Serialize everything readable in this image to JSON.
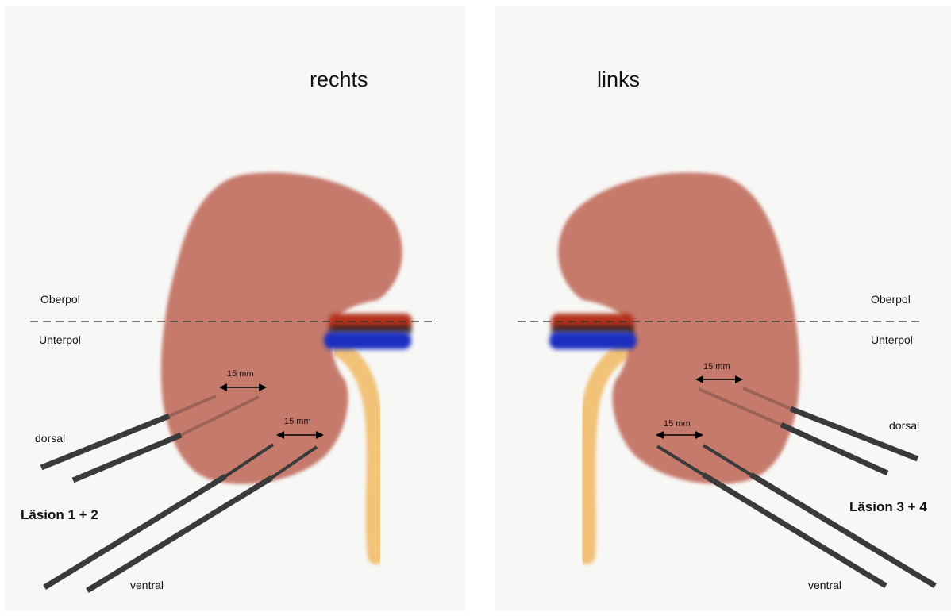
{
  "panels": {
    "left": {
      "title": "rechts",
      "upper_pole": "Oberpol",
      "lower_pole": "Unterpol",
      "distance_upper": "15 mm",
      "distance_lower": "15 mm",
      "dorsal": "dorsal",
      "ventral": "ventral",
      "lesion": "Läsion 1 + 2"
    },
    "right": {
      "title": "links",
      "upper_pole": "Oberpol",
      "lower_pole": "Unterpol",
      "distance_upper": "15 mm",
      "distance_lower": "15 mm",
      "dorsal": "dorsal",
      "ventral": "ventral",
      "lesion": "Läsion 3 + 4"
    }
  },
  "colors": {
    "background": "#f7f7f6",
    "kidney": "#c67a6c",
    "artery": "#b3321e",
    "vein": "#1b2fc0",
    "ureter": "#f1c278",
    "probe": "#3a3a3a"
  }
}
